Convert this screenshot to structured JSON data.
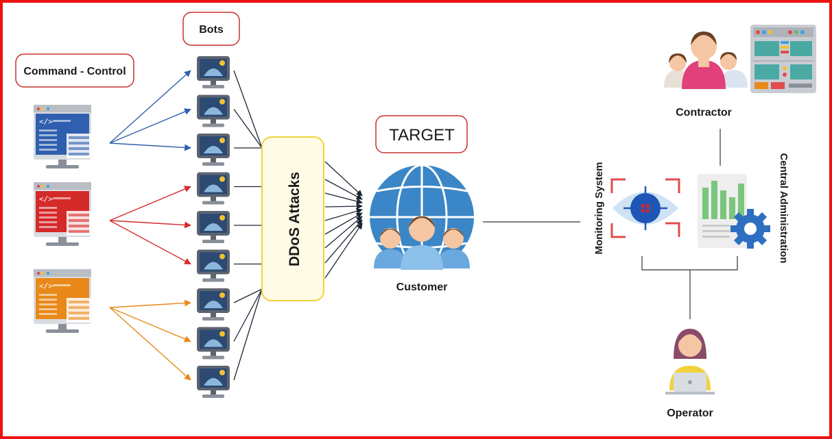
{
  "labels": {
    "command_control": "Command - Control",
    "bots": "Bots",
    "ddos": "DDoS Attacks",
    "target": "TARGET",
    "customer": "Customer",
    "contractor": "Contractor",
    "monitoring": "Monitoring System",
    "central_admin": "Central Administration",
    "operator": "Operator"
  },
  "colors": {
    "frame": "#ee1111",
    "label_border": "#c9302c",
    "ddos_border": "#f2d23c",
    "ddos_fill": "#fffbe6",
    "cc_blue": "#2f5fae",
    "cc_red": "#d52a2a",
    "cc_orange": "#e8891a",
    "bot_screen": "#2c4a73",
    "globe": "#3b86c6"
  },
  "controllers": [
    {
      "id": "blue",
      "color": "#2f5fae",
      "targets": [
        0,
        1,
        2
      ]
    },
    {
      "id": "red",
      "color": "#d52a2a",
      "targets": [
        3,
        4,
        5
      ]
    },
    {
      "id": "orange",
      "color": "#e8891a",
      "targets": [
        6,
        7,
        8
      ]
    }
  ],
  "bots_count": 9
}
